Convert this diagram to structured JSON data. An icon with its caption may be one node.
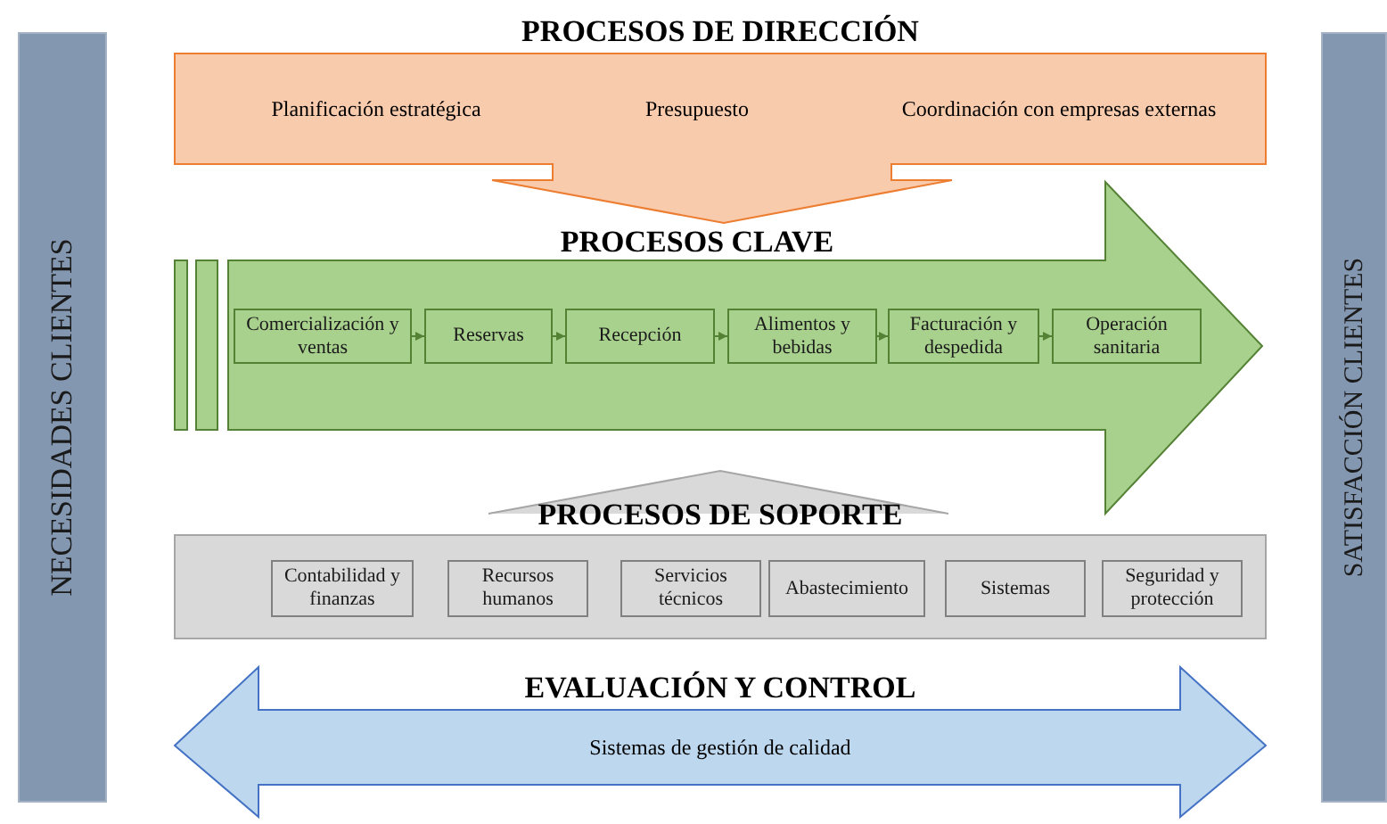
{
  "diagram": {
    "nodes": [
      {
        "text": [
          "NECESIDADES CLIENTES"
        ]
      },
      {
        "text": [
          "PROCESOS DE DIRECCIÓN",
          "Planificación estratégica",
          "Presupuesto",
          "Coordinación con empresas externas"
        ]
      },
      {
        "text": [
          "PROCESOS CLAVE"
        ]
      },
      {
        "text": [
          "Comercialización y ventas"
        ],
        "in": 2
      },
      {
        "text": [
          "Reservas"
        ],
        "in": 2
      },
      {
        "text": [
          "Recepción"
        ],
        "in": 2
      },
      {
        "text": [
          "Alimentos y bebidas"
        ],
        "in": 2
      },
      {
        "text": [
          "Facturación y despedida"
        ],
        "in": 2
      },
      {
        "text": [
          "Operación sanitaria"
        ],
        "in": 2
      },
      {
        "text": [
          "PROCESOS DE SOPORTE"
        ]
      },
      {
        "text": [
          "Contabilidad y finanzas"
        ],
        "in": 9
      },
      {
        "text": [
          "Recursos humanos"
        ],
        "in": 9
      },
      {
        "text": [
          "Servicios técnicos"
        ],
        "in": 9
      },
      {
        "text": [
          "Abastecimiento"
        ],
        "in": 9
      },
      {
        "text": [
          "Sistemas"
        ],
        "in": 9
      },
      {
        "text": [
          "Seguridad y protección"
        ],
        "in": 9
      },
      {
        "text": [
          "EVALUACIÓN Y CONTROL",
          "Sistemas de gestión de calidad"
        ]
      },
      {
        "text": [
          "SATISFACCIÓN CLIENTES"
        ]
      }
    ],
    "edges": [
      {
        "from": 3,
        "to": 4,
        "arrow": "to"
      },
      {
        "from": 4,
        "to": 5,
        "arrow": "to"
      },
      {
        "from": 5,
        "to": 6,
        "arrow": "to"
      },
      {
        "from": 6,
        "to": 7,
        "arrow": "to"
      },
      {
        "from": 7,
        "to": 8,
        "arrow": "to"
      }
    ]
  }
}
